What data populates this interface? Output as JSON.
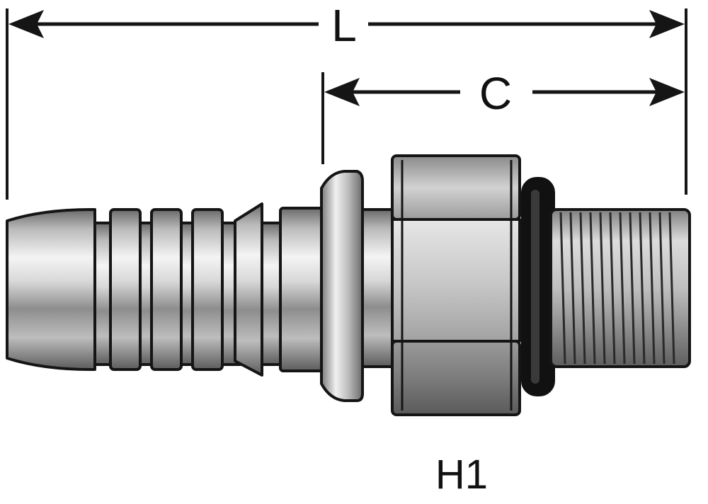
{
  "dimensions": {
    "overall_length_label": "L",
    "thread_length_label": "C",
    "hex_label": "H1"
  },
  "colors": {
    "outline": "#151515",
    "metal_light": "#f2f2f2",
    "metal_mid": "#9a9a9a",
    "metal_dark": "#5a5a5a",
    "oring": "#111111"
  }
}
